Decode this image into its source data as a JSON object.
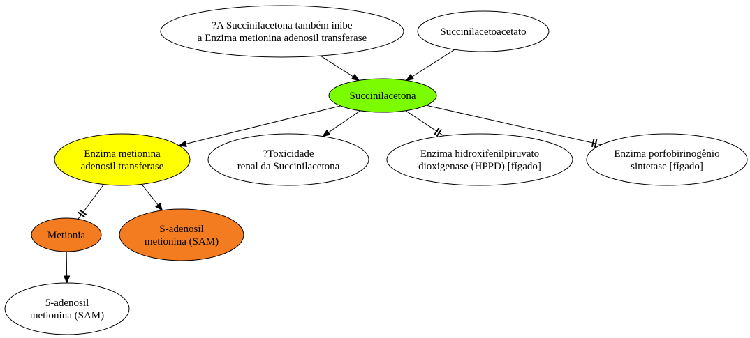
{
  "diagram": {
    "nodes": [
      {
        "id": "n_inibe",
        "lines": [
          "?A Succinilacetona também inibe",
          "a Enzima metionina adenosil transferase"
        ],
        "fill": "#ffffff"
      },
      {
        "id": "n_succinilacetoacetato",
        "lines": [
          "Succinilacetoacetato"
        ],
        "fill": "#ffffff"
      },
      {
        "id": "n_succinilacetona",
        "lines": [
          "Succinilacetona"
        ],
        "fill": "#7cfc00"
      },
      {
        "id": "n_enzima_mat",
        "lines": [
          "Enzima metionina",
          "adenosil transferase"
        ],
        "fill": "#ffff00"
      },
      {
        "id": "n_toxicidade",
        "lines": [
          "?Toxicidade",
          "renal da Succinilacetona"
        ],
        "fill": "#ffffff"
      },
      {
        "id": "n_hppd",
        "lines": [
          "Enzima hidroxifenilpiruvato",
          "dioxigenase (HPPD) [fígado]"
        ],
        "fill": "#ffffff"
      },
      {
        "id": "n_porfobilinogenio",
        "lines": [
          "Enzima porfobirinogênio",
          "sintetase [fígado]"
        ],
        "fill": "#ffffff"
      },
      {
        "id": "n_metionia",
        "lines": [
          "Metionia"
        ],
        "fill": "#f47c20"
      },
      {
        "id": "n_sam",
        "lines": [
          "S-adenosil",
          "metionina (SAM)"
        ],
        "fill": "#f47c20"
      },
      {
        "id": "n_5adenosil",
        "lines": [
          "5-adenosil",
          "metionina (SAM)"
        ],
        "fill": "#ffffff"
      }
    ],
    "edges": [
      {
        "from": "n_inibe",
        "to": "n_succinilacetona",
        "type": "arrow"
      },
      {
        "from": "n_succinilacetoacetato",
        "to": "n_succinilacetona",
        "type": "arrow"
      },
      {
        "from": "n_succinilacetona",
        "to": "n_enzima_mat",
        "type": "arrow"
      },
      {
        "from": "n_succinilacetona",
        "to": "n_toxicidade",
        "type": "arrow"
      },
      {
        "from": "n_succinilacetona",
        "to": "n_hppd",
        "type": "inhibit"
      },
      {
        "from": "n_succinilacetona",
        "to": "n_porfobilinogenio",
        "type": "inhibit"
      },
      {
        "from": "n_enzima_mat",
        "to": "n_metionia",
        "type": "inhibit"
      },
      {
        "from": "n_enzima_mat",
        "to": "n_sam",
        "type": "arrow"
      },
      {
        "from": "n_metionia",
        "to": "n_5adenosil",
        "type": "arrow"
      }
    ]
  }
}
